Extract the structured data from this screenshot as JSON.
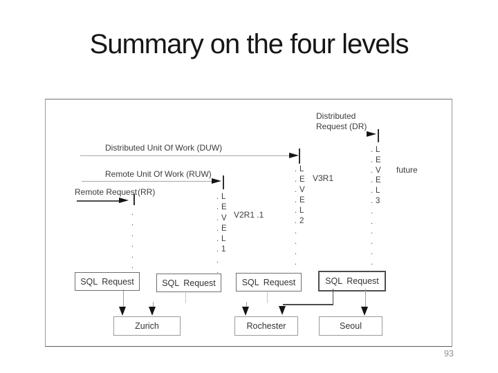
{
  "slide": {
    "title": "Summary on the four levels",
    "page_number": "93"
  },
  "colors": {
    "title_ink": "#161616",
    "diagram_ink": "#3b3b3b",
    "diagram_border": "#9a9a9a",
    "page_number": "#8f8f8f"
  },
  "diagram": {
    "levels": [
      {
        "id": "rr",
        "label": "Remote Request",
        "label_suffix": "(RR)",
        "version": "",
        "column_letters": [],
        "trailing_dots": 6
      },
      {
        "id": "ruw",
        "label": "Remote Unit Of Work (RUW)",
        "version": "V2R1 .1",
        "column_letters": [
          "L",
          "E",
          "V",
          "E",
          "L",
          "1"
        ],
        "trailing_dots": 2
      },
      {
        "id": "duw",
        "label": "Distributed Unit Of Work (DUW)",
        "version": "V3R1",
        "column_letters": [
          "L",
          "E",
          "V",
          "E",
          "L",
          "2"
        ],
        "trailing_dots": 5
      },
      {
        "id": "dr",
        "label_line1": "Distributed",
        "label_line2": "Request (DR)",
        "version": "future",
        "column_letters": [
          "L",
          "E",
          "V",
          "E",
          "L",
          "3"
        ],
        "trailing_dots": 7
      }
    ],
    "sql_box_label": "SQL Request",
    "sites": [
      "Zurich",
      "Rochester",
      "Seoul"
    ]
  }
}
